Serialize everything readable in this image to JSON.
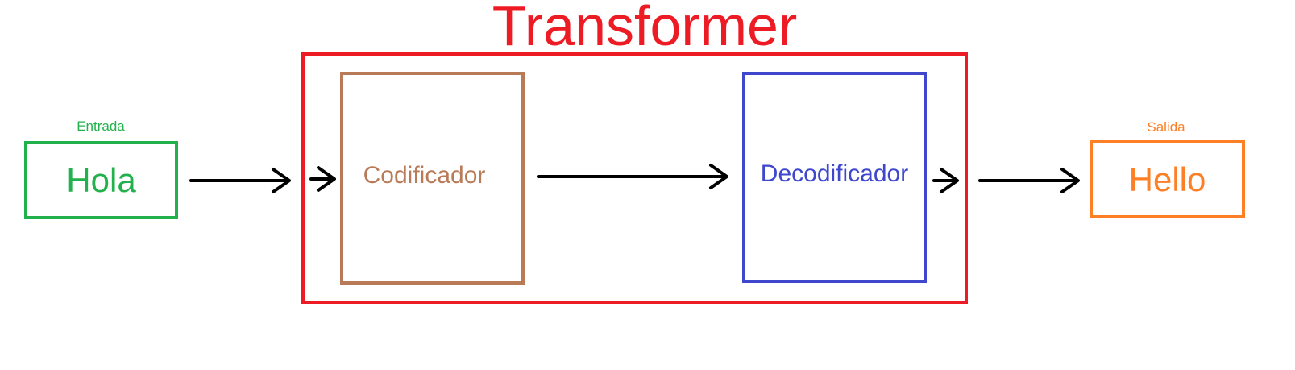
{
  "title": "Transformer",
  "input": {
    "caption": "Entrada",
    "word": "Hola"
  },
  "encoder": {
    "label": "Codificador"
  },
  "decoder": {
    "label": "Decodificador"
  },
  "output": {
    "caption": "Salida",
    "word": "Hello"
  },
  "colors": {
    "transformer": "#ed1c24",
    "input": "#22b14c",
    "encoder": "#b97a57",
    "decoder": "#3f48cc",
    "output": "#ff7f27",
    "arrow": "#000000"
  }
}
